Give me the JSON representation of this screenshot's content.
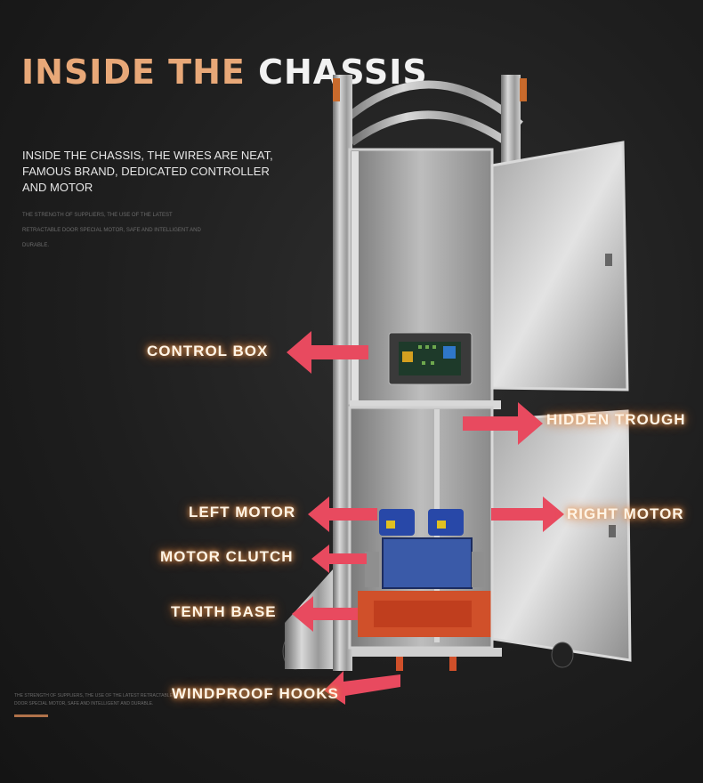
{
  "title": {
    "part1": "INSIDE THE ",
    "part2": "CHASSIS"
  },
  "intro": "INSIDE THE CHASSIS, THE WIRES ARE NEAT, FAMOUS BRAND, DEDICATED CONTROLLER AND  MOTOR",
  "fine_print": "THE STRENGTH OF SUPPLIERS, THE USE OF THE LATEST RETRACTABLE DOOR SPECIAL MOTOR, SAFE AND INTELLIGENT AND DURABLE.",
  "fine_print_bottom": "THE STRENGTH OF SUPPLIERS, THE USE OF THE LATEST RETRACTABLE DOOR SPECIAL MOTOR, SAFE AND INTELLIGENT AND DURABLE.",
  "callouts": {
    "control_box": "CONTROL BOX",
    "hidden_trough": "HIDDEN TROUGH",
    "left_motor": "LEFT MOTOR",
    "right_motor": "RIGHT MOTOR",
    "motor_clutch": "MOTOR CLUTCH",
    "tenth_base": "TENTH BASE",
    "windproof_hooks": "WINDPROOF HOOKS"
  },
  "colors": {
    "accent": "#e8a878",
    "arrow": "#e84a5f",
    "glow": "#f0a45a"
  }
}
